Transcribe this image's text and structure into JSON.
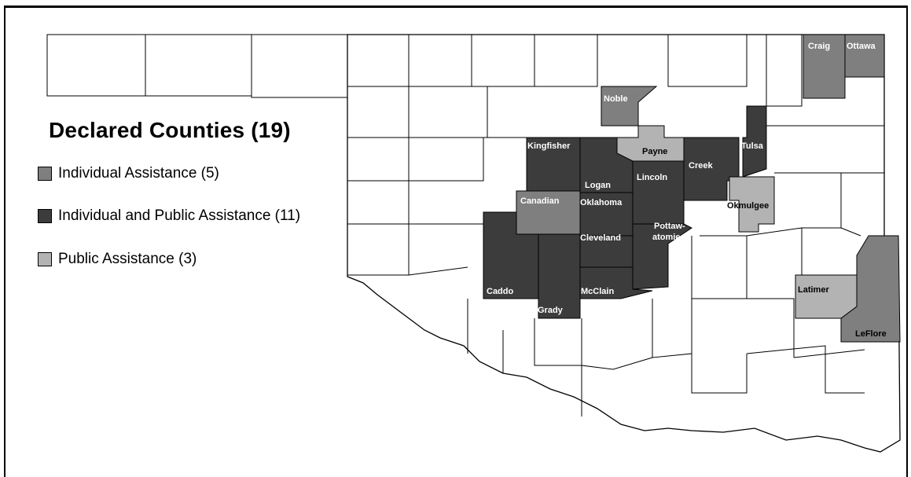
{
  "legend": {
    "title": "Declared Counties (19)",
    "items": [
      {
        "label": "Individual Assistance (5)",
        "color": "#7f7f7f"
      },
      {
        "label": "Individual and Public Assistance (11)",
        "color": "#3c3c3c"
      },
      {
        "label": "Public Assistance (3)",
        "color": "#b3b3b3"
      }
    ]
  },
  "colors": {
    "ia": "#7f7f7f",
    "ipa": "#3c3c3c",
    "pa": "#b3b3b3",
    "none": "#ffffff"
  },
  "counties": {
    "craig": "Craig",
    "ottawa": "Ottawa",
    "noble": "Noble",
    "kingfisher": "Kingfisher",
    "payne": "Payne",
    "tulsa": "Tulsa",
    "creek": "Creek",
    "lincoln": "Lincoln",
    "logan": "Logan",
    "canadian": "Canadian",
    "oklahoma": "Oklahoma",
    "okmulgee": "Okmulgee",
    "pottawatomie_1": "Pottaw-",
    "pottawatomie_2": "atomie",
    "cleveland": "Cleveland",
    "caddo": "Caddo",
    "mcclain": "McClain",
    "grady": "Grady",
    "latimer": "Latimer",
    "leflore": "LeFlore"
  }
}
